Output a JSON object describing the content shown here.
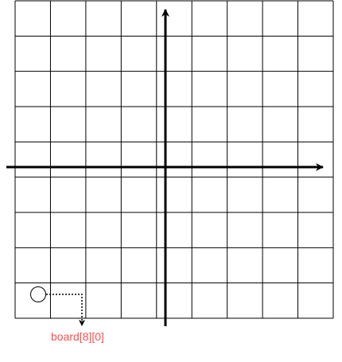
{
  "diagram": {
    "grid_rows": 9,
    "grid_cols": 9,
    "grid_line_color": "#000000",
    "axis_color": "#000000",
    "marker": {
      "row": 8,
      "col": 0,
      "shape": "circle"
    },
    "annotation": {
      "label": "board[8][0]",
      "color": "#ff4d4d"
    }
  }
}
